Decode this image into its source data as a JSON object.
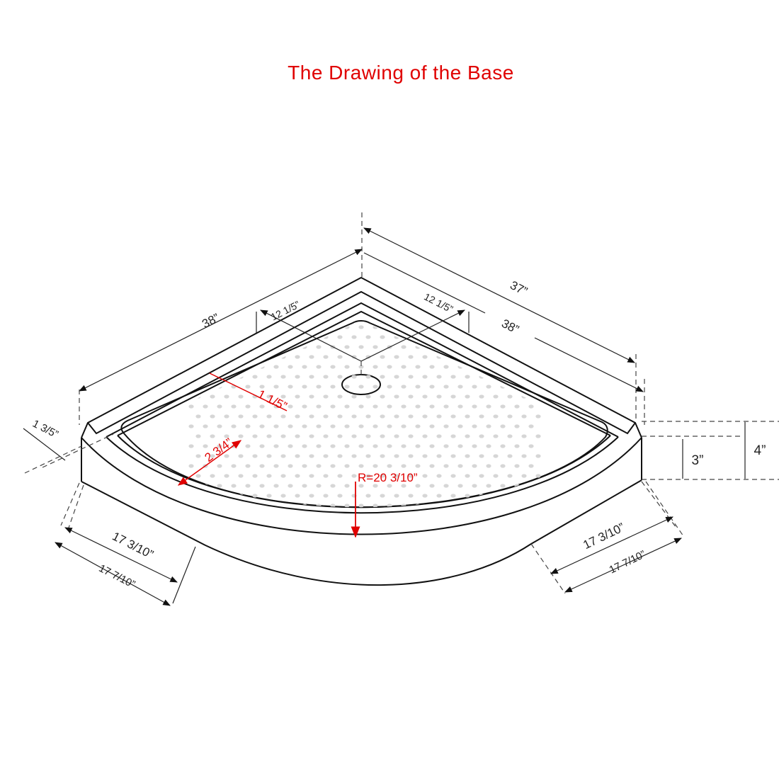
{
  "title": "The Drawing of the Base",
  "colors": {
    "title": "#e00000",
    "red_dims": "#e00000",
    "lines": "#111111",
    "texture_dots": "#d6d6d6"
  },
  "dimensions": {
    "side_left": "38”",
    "side_right": "38”",
    "outer_right": "37”",
    "drain_left": "12 1/5”",
    "drain_right": "12 1/5”",
    "lip_width": "1 3/5”",
    "inner_ledge": "1 1/5”",
    "curb_width": "2 3/4”",
    "radius": "R=20 3/10”",
    "front_left_inner": "17 3/10”",
    "front_left_outer": "17 7/10”",
    "front_right_inner": "17 3/10”",
    "front_right_outer": "17 7/10”",
    "height_inner": "3”",
    "height_total": "4”"
  }
}
